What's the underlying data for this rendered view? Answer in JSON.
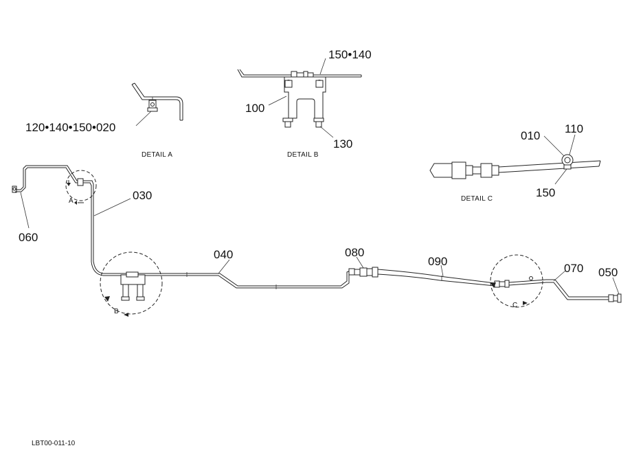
{
  "details": {
    "a": {
      "caption": "DETAIL  A",
      "callout": "120•140•150•020"
    },
    "b": {
      "caption": "DETAIL  B",
      "callout_top": "150•140",
      "callout_left": "100",
      "callout_bottom": "130"
    },
    "c": {
      "caption": "DETAIL  C",
      "callout_010": "010",
      "callout_110": "110",
      "callout_150": "150"
    }
  },
  "circle_letters": {
    "a": "A",
    "b": "B",
    "c": "C"
  },
  "part_labels": {
    "p030": "030",
    "p040": "040",
    "p050": "050",
    "p060": "060",
    "p070": "070",
    "p080": "080",
    "p090": "090"
  },
  "drawing_number": "LBT00-011-10"
}
